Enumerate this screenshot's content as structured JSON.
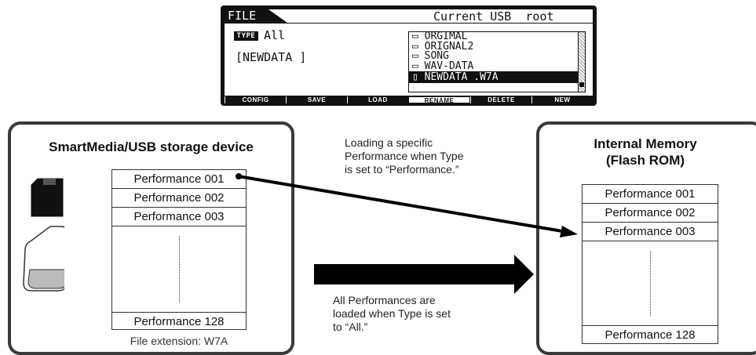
{
  "lcd": {
    "title": "FILE",
    "current_path": "Current USB  root",
    "type_badge": "TYPE",
    "type_value": "All",
    "filename": "[NEWDATA ]",
    "file_list": [
      "ORGIMAL",
      "ORIGNAL2",
      "SONG",
      "WAV-DATA",
      "NEWDATA .W7A"
    ],
    "file_icons": [
      "folder-icon",
      "folder-icon",
      "folder-icon",
      "folder-icon",
      "file-icon"
    ],
    "buttons": [
      "CONFIG",
      "SAVE",
      "LOAD",
      "RENAME",
      "DELETE",
      "NEW"
    ]
  },
  "left_panel": {
    "title": "SmartMedia/USB storage device",
    "items": [
      "Performance 001",
      "Performance 002",
      "Performance 003"
    ],
    "last_item": "Performance 128",
    "extension_label": "File extension: W7A",
    "icons": [
      "smartmedia-card-icon",
      "usb-storage-icon"
    ]
  },
  "right_panel": {
    "title_line1": "Internal Memory",
    "title_line2": "(Flash ROM)",
    "items": [
      "Performance 001",
      "Performance 002",
      "Performance 003"
    ],
    "last_item": "Performance 128"
  },
  "captions": {
    "specific_line1": "Loading a specific",
    "specific_line2": "Performance when Type",
    "specific_line3": "is set to “Performance.”",
    "all_line1": "All Performances are",
    "all_line2": "loaded when Type is set",
    "all_line3": "to “All.”"
  },
  "colors": {
    "panel_border": "#3a3a3a",
    "arrow": "#000000"
  }
}
